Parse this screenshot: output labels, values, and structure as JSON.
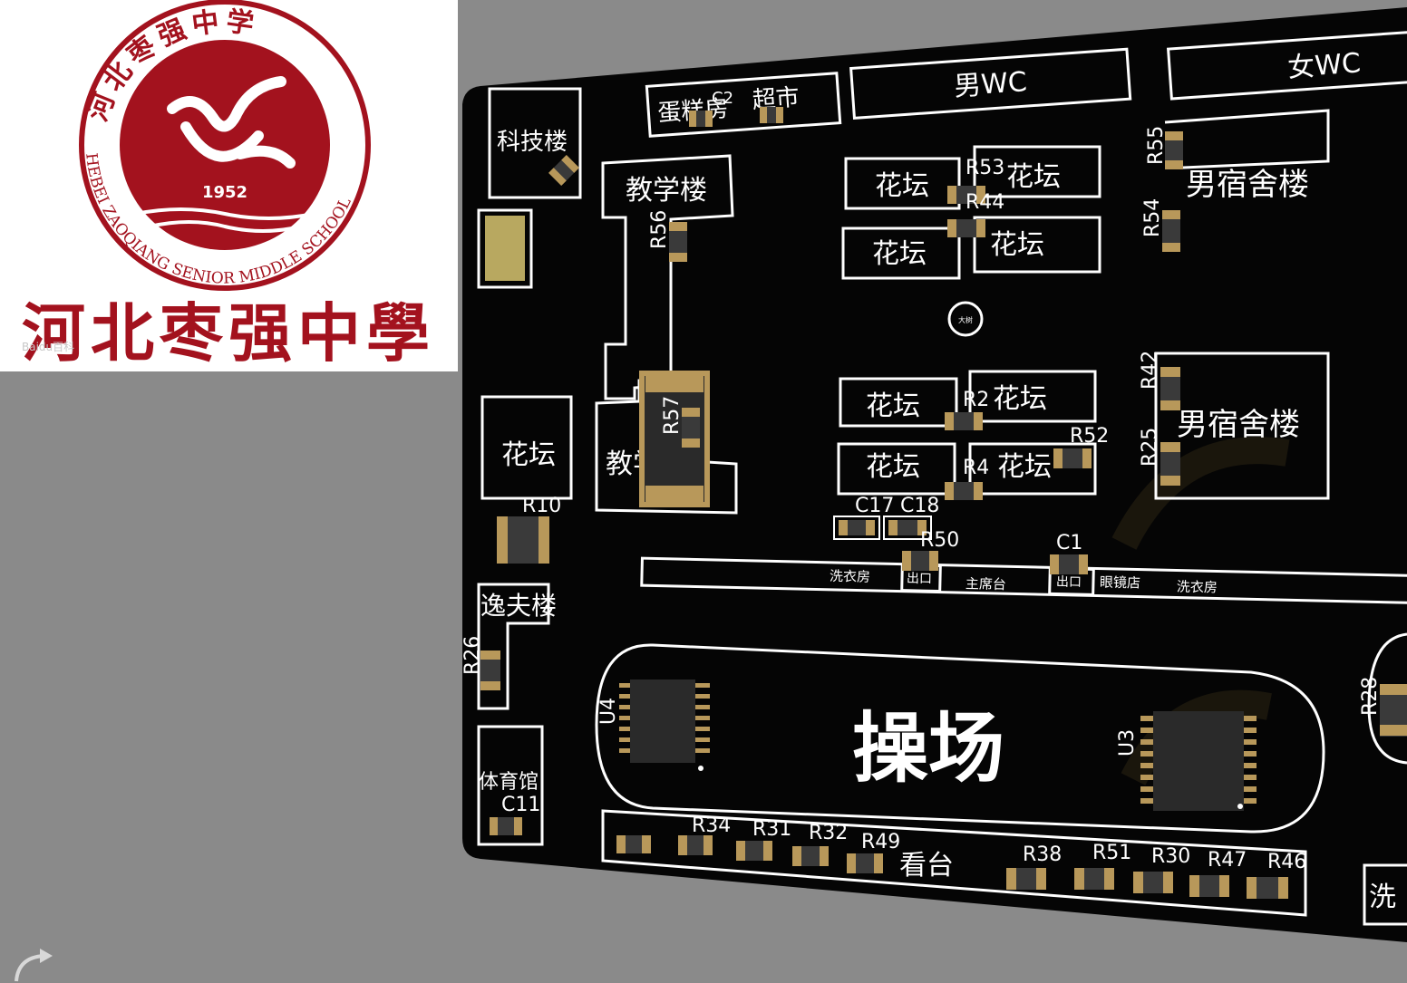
{
  "logo": {
    "ring_text": "河北枣强中学",
    "ring_english": "HEBEI ZAOQIANG SENIOR MIDDLE SCHOOL",
    "year": "1952",
    "main_title": "河北枣强中學",
    "watermark": "Baidu百科",
    "brand_color": "#a3121e"
  },
  "board": {
    "regions": {
      "tech_building": "科技楼",
      "cake_shop": "蛋糕房",
      "supermarket": "超市",
      "male_wc": "男WC",
      "female_wc": "女WC",
      "teaching_building_1": "教学楼",
      "teaching_building_2": "教学楼",
      "flowerbed": "花坛",
      "male_dorm_1": "男宿舍楼",
      "male_dorm_2": "男宿舍楼",
      "yifu_building": "逸夫楼",
      "gymnasium": "体育馆",
      "playground": "操场",
      "stands": "看台",
      "laundry_1": "洗衣房",
      "laundry_2": "洗衣房",
      "laundry_edge": "洗",
      "exit_1": "出口",
      "exit_2": "出口",
      "rostrum": "主席台",
      "optician": "眼镜店",
      "big_tree": "大树"
    },
    "designators": {
      "r55": "R55",
      "r54": "R54",
      "r53": "R53",
      "r44": "R44",
      "r56": "R56",
      "r57": "R57",
      "r42": "R42",
      "r25": "R25",
      "r2": "R2",
      "r4": "R4",
      "r52": "R52",
      "r10": "R10",
      "c17": "C17",
      "c18": "C18",
      "r50": "R50",
      "c1": "C1",
      "r26": "R26",
      "u4": "U4",
      "u3": "U3",
      "r28": "R28",
      "c11": "C11",
      "r34": "R34",
      "r31": "R31",
      "r32": "R32",
      "r49": "R49",
      "r38": "R38",
      "r51": "R51",
      "r30": "R30",
      "r47": "R47",
      "r46": "R46",
      "c2": "C2"
    },
    "colors": {
      "board": "#050505",
      "silkscreen": "#ffffff",
      "pad": "#b8985a",
      "background": "#8a8a8a"
    }
  },
  "icons": {
    "rotate": "rotate-icon"
  }
}
